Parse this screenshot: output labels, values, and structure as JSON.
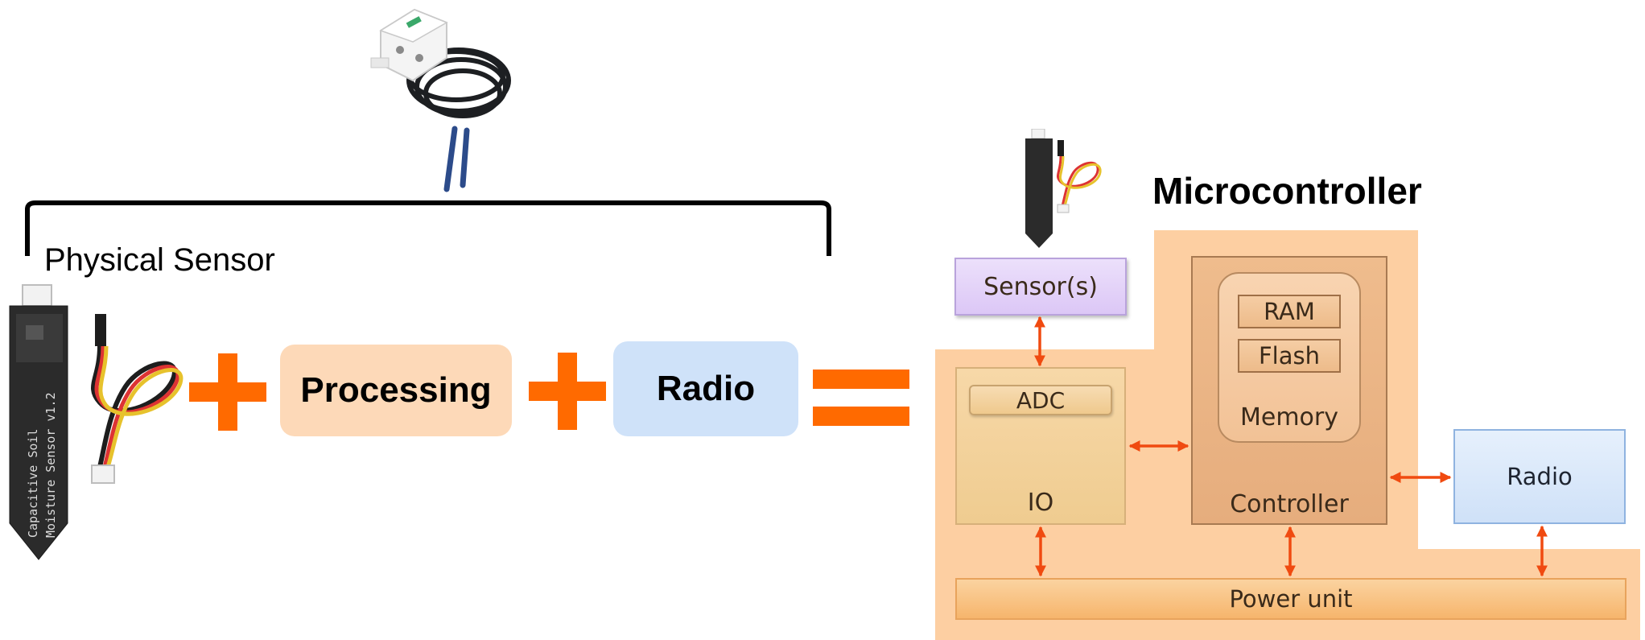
{
  "left": {
    "bracket_label": "Physical Sensor",
    "processing_label": "Processing",
    "radio_label": "Radio",
    "probe_text_line1": "Capacitive Soil",
    "probe_text_line2": "Moisture Sensor v1.2"
  },
  "right": {
    "title": "Microcontroller",
    "sensor_label": "Sensor(s)",
    "adc_label": "ADC",
    "io_label": "IO",
    "ram_label": "RAM",
    "flash_label": "Flash",
    "memory_label": "Memory",
    "controller_label": "Controller",
    "radio_label": "Radio",
    "power_label": "Power unit"
  },
  "colors": {
    "orange_plus": "#ff6a00",
    "processing_bg": "#fdd9b8",
    "radio_bg": "#cfe2f9",
    "mcu_bg": "#fdcfa2",
    "arrow": "#f04a10"
  }
}
